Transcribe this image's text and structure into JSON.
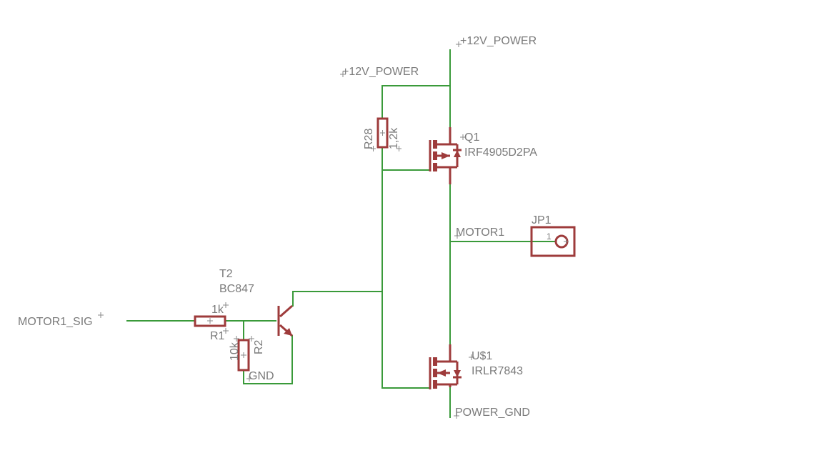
{
  "labels": {
    "pwr_top": "+12V_POWER",
    "pwr_left": "+12V_POWER",
    "motor1": "MOTOR1",
    "power_gnd": "POWER_GND",
    "motor1_sig": "MOTOR1_SIG",
    "gnd": "GND"
  },
  "parts": {
    "q1": {
      "name": "Q1",
      "value": "IRF4905D2PA"
    },
    "u1": {
      "name": "U$1",
      "value": "IRLR7843"
    },
    "jp1": {
      "name": "JP1",
      "pin": "1"
    },
    "t2": {
      "name": "T2",
      "value": "BC847"
    },
    "r1": {
      "name": "R1",
      "value": "1k"
    },
    "r2": {
      "name": "R2",
      "value": "10k"
    },
    "r28": {
      "name": "R28",
      "value": "1,2k"
    }
  },
  "colors": {
    "wire": "#3a9a3a",
    "part": "#9e3b3b",
    "label": "#7a7a7a",
    "background": "#ffffff"
  }
}
